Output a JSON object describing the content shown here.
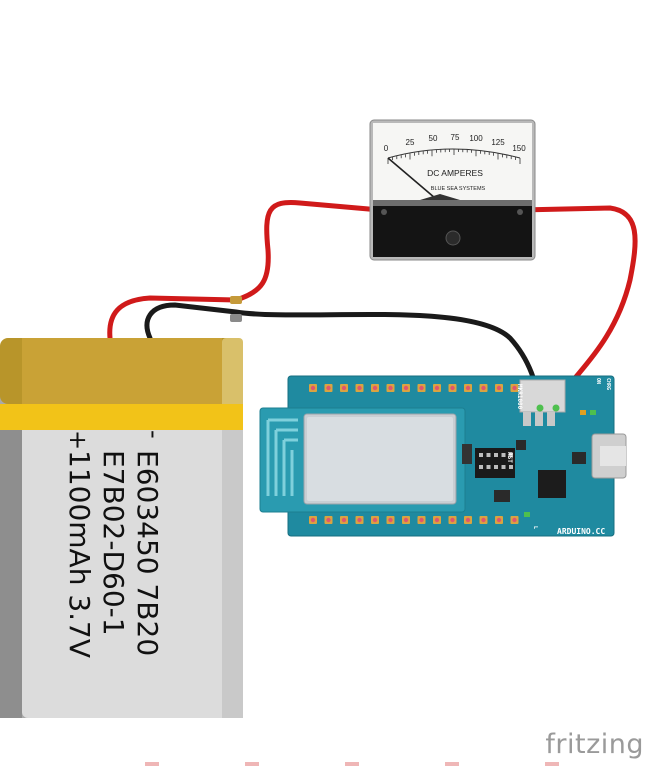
{
  "meter": {
    "scale_ticks": [
      "0",
      "25",
      "50",
      "75",
      "100",
      "125",
      "150"
    ],
    "unit_label": "DC AMPERES",
    "brand": "BLUE SEA SYSTEMS",
    "needle_value": 0
  },
  "battery": {
    "minus": "-",
    "plus": "+",
    "line1": "E603450 7B20",
    "line2": "E7B02-D60-1",
    "line3": "1100mAh 3.7V"
  },
  "board": {
    "brand": "ARDUINO.CC",
    "model": "MKR1000",
    "rst_label": "RST",
    "on_label": "ON",
    "chrg_label": "CHRG",
    "l_label": "L"
  },
  "branding": {
    "logo_text": "fritzing"
  },
  "colors": {
    "positive_wire": "#d01a1a",
    "negative_wire": "#222222",
    "board": "#1f8aa0",
    "battery_label": "#e9c84a"
  }
}
